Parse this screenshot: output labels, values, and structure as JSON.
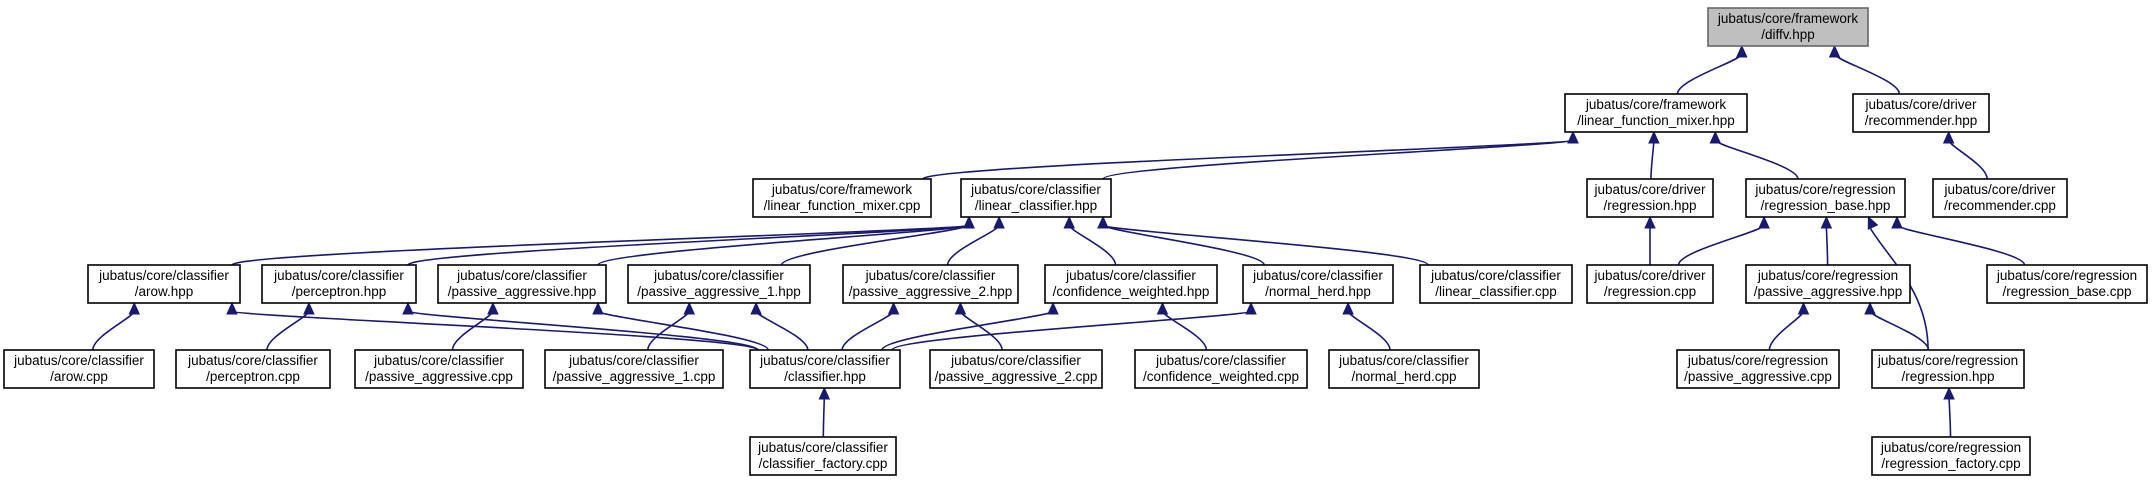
{
  "diagram": {
    "type": "include-dependency-graph",
    "colors": {
      "edge": "#191970",
      "root_fill": "#bfbfbf",
      "node_fill": "#ffffff",
      "border": "#000000"
    },
    "nodes": [
      {
        "id": "diffv",
        "l1": "jubatus/core/framework",
        "l2": "/diffv.hpp",
        "root": true
      },
      {
        "id": "lfm_hpp",
        "l1": "jubatus/core/framework",
        "l2": "/linear_function_mixer.hpp"
      },
      {
        "id": "drv_rec_hpp",
        "l1": "jubatus/core/driver",
        "l2": "/recommender.hpp"
      },
      {
        "id": "lfm_cpp",
        "l1": "jubatus/core/framework",
        "l2": "/linear_function_mixer.cpp"
      },
      {
        "id": "lc_hpp",
        "l1": "jubatus/core/classifier",
        "l2": "/linear_classifier.hpp"
      },
      {
        "id": "drv_reg_hpp",
        "l1": "jubatus/core/driver",
        "l2": "/regression.hpp"
      },
      {
        "id": "reg_base_hpp",
        "l1": "jubatus/core/regression",
        "l2": "/regression_base.hpp"
      },
      {
        "id": "drv_rec_cpp",
        "l1": "jubatus/core/driver",
        "l2": "/recommender.cpp"
      },
      {
        "id": "arow_hpp",
        "l1": "jubatus/core/classifier",
        "l2": "/arow.hpp"
      },
      {
        "id": "perc_hpp",
        "l1": "jubatus/core/classifier",
        "l2": "/perceptron.hpp"
      },
      {
        "id": "pa_hpp",
        "l1": "jubatus/core/classifier",
        "l2": "/passive_aggressive.hpp"
      },
      {
        "id": "pa1_hpp",
        "l1": "jubatus/core/classifier",
        "l2": "/passive_aggressive_1.hpp"
      },
      {
        "id": "pa2_hpp",
        "l1": "jubatus/core/classifier",
        "l2": "/passive_aggressive_2.hpp"
      },
      {
        "id": "cw_hpp",
        "l1": "jubatus/core/classifier",
        "l2": "/confidence_weighted.hpp"
      },
      {
        "id": "nh_hpp",
        "l1": "jubatus/core/classifier",
        "l2": "/normal_herd.hpp"
      },
      {
        "id": "lc_cpp",
        "l1": "jubatus/core/classifier",
        "l2": "/linear_classifier.cpp"
      },
      {
        "id": "drv_reg_cpp",
        "l1": "jubatus/core/driver",
        "l2": "/regression.cpp"
      },
      {
        "id": "reg_pa_hpp",
        "l1": "jubatus/core/regression",
        "l2": "/passive_aggressive.hpp"
      },
      {
        "id": "reg_base_cpp",
        "l1": "jubatus/core/regression",
        "l2": "/regression_base.cpp"
      },
      {
        "id": "arow_cpp",
        "l1": "jubatus/core/classifier",
        "l2": "/arow.cpp"
      },
      {
        "id": "perc_cpp",
        "l1": "jubatus/core/classifier",
        "l2": "/perceptron.cpp"
      },
      {
        "id": "pa_cpp",
        "l1": "jubatus/core/classifier",
        "l2": "/passive_aggressive.cpp"
      },
      {
        "id": "pa1_cpp",
        "l1": "jubatus/core/classifier",
        "l2": "/passive_aggressive_1.cpp"
      },
      {
        "id": "clf_hpp",
        "l1": "jubatus/core/classifier",
        "l2": "/classifier.hpp"
      },
      {
        "id": "pa2_cpp",
        "l1": "jubatus/core/classifier",
        "l2": "/passive_aggressive_2.cpp"
      },
      {
        "id": "cw_cpp",
        "l1": "jubatus/core/classifier",
        "l2": "/confidence_weighted.cpp"
      },
      {
        "id": "nh_cpp",
        "l1": "jubatus/core/classifier",
        "l2": "/normal_herd.cpp"
      },
      {
        "id": "reg_pa_cpp",
        "l1": "jubatus/core/regression",
        "l2": "/passive_aggressive.cpp"
      },
      {
        "id": "reg_hpp",
        "l1": "jubatus/core/regression",
        "l2": "/regression.hpp"
      },
      {
        "id": "clf_fac_cpp",
        "l1": "jubatus/core/classifier",
        "l2": "/classifier_factory.cpp"
      },
      {
        "id": "reg_fac_cpp",
        "l1": "jubatus/core/regression",
        "l2": "/regression_factory.cpp"
      }
    ],
    "edges": [
      [
        "lfm_hpp",
        "diffv"
      ],
      [
        "drv_rec_hpp",
        "diffv"
      ],
      [
        "lfm_cpp",
        "lfm_hpp"
      ],
      [
        "lc_hpp",
        "lfm_hpp"
      ],
      [
        "drv_reg_hpp",
        "lfm_hpp"
      ],
      [
        "reg_base_hpp",
        "lfm_hpp"
      ],
      [
        "drv_rec_cpp",
        "drv_rec_hpp"
      ],
      [
        "arow_hpp",
        "lc_hpp"
      ],
      [
        "perc_hpp",
        "lc_hpp"
      ],
      [
        "pa_hpp",
        "lc_hpp"
      ],
      [
        "pa1_hpp",
        "lc_hpp"
      ],
      [
        "pa2_hpp",
        "lc_hpp"
      ],
      [
        "cw_hpp",
        "lc_hpp"
      ],
      [
        "nh_hpp",
        "lc_hpp"
      ],
      [
        "lc_cpp",
        "lc_hpp"
      ],
      [
        "drv_reg_cpp",
        "drv_reg_hpp"
      ],
      [
        "drv_reg_cpp",
        "reg_base_hpp"
      ],
      [
        "reg_pa_hpp",
        "reg_base_hpp"
      ],
      [
        "reg_base_cpp",
        "reg_base_hpp"
      ],
      [
        "reg_hpp",
        "reg_base_hpp"
      ],
      [
        "arow_cpp",
        "arow_hpp"
      ],
      [
        "clf_hpp",
        "arow_hpp"
      ],
      [
        "perc_cpp",
        "perc_hpp"
      ],
      [
        "clf_hpp",
        "perc_hpp"
      ],
      [
        "pa_cpp",
        "pa_hpp"
      ],
      [
        "clf_hpp",
        "pa_hpp"
      ],
      [
        "pa1_cpp",
        "pa1_hpp"
      ],
      [
        "clf_hpp",
        "pa1_hpp"
      ],
      [
        "clf_hpp",
        "pa2_hpp"
      ],
      [
        "pa2_cpp",
        "pa2_hpp"
      ],
      [
        "clf_hpp",
        "cw_hpp"
      ],
      [
        "cw_cpp",
        "cw_hpp"
      ],
      [
        "clf_hpp",
        "nh_hpp"
      ],
      [
        "nh_cpp",
        "nh_hpp"
      ],
      [
        "reg_pa_cpp",
        "reg_pa_hpp"
      ],
      [
        "reg_hpp",
        "reg_pa_hpp"
      ],
      [
        "clf_fac_cpp",
        "clf_hpp"
      ],
      [
        "reg_fac_cpp",
        "reg_hpp"
      ]
    ]
  }
}
